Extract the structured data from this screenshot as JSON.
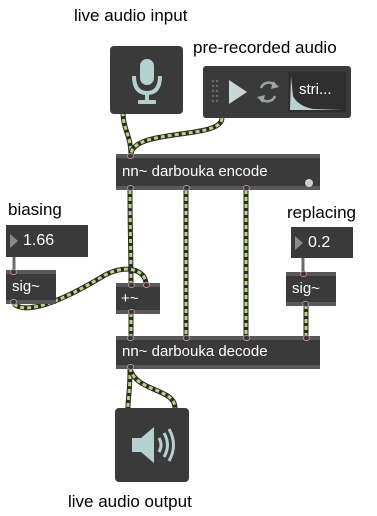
{
  "labels": {
    "live_input": "live audio input",
    "prerecorded": "pre-recorded audio",
    "biasing": "biasing",
    "replacing": "replacing",
    "live_output": "live audio output"
  },
  "objects": {
    "encode": "nn~ darbouka encode",
    "decode": "nn~ darbouka decode",
    "sig_left": "sig~",
    "sig_right": "sig~",
    "plus": "+~"
  },
  "number_boxes": {
    "biasing_value": "1.66",
    "replacing_value": "0.2"
  },
  "player": {
    "file_label": "stri..."
  },
  "icons": {
    "input": "microphone-icon",
    "output": "speaker-icon",
    "play": "play-icon",
    "loop": "loop-icon"
  },
  "colors": {
    "object_bg": "#3a3a3a",
    "signal_cable": "#b8d77a",
    "background": "#ffffff"
  }
}
